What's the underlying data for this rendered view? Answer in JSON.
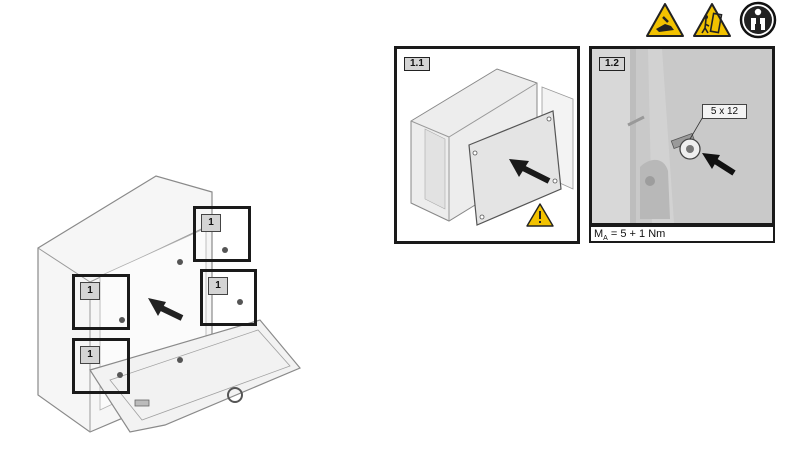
{
  "header_icons": [
    "hand-crush-warning-icon",
    "falling-part-warning-icon",
    "wear-protective-gloves-icon"
  ],
  "overview": {
    "callouts": [
      {
        "number": "1"
      },
      {
        "number": "1"
      },
      {
        "number": "1"
      },
      {
        "number": "1"
      }
    ]
  },
  "step_1_1": {
    "label": "1.1",
    "icons": [
      "push-arrow-icon",
      "caution-triangle-icon"
    ]
  },
  "step_1_2": {
    "label": "1.2",
    "screw_spec": "5 x 12",
    "torque_symbol": "M",
    "torque_subscript": "A",
    "torque_value": " = 5 + 1 Nm"
  }
}
